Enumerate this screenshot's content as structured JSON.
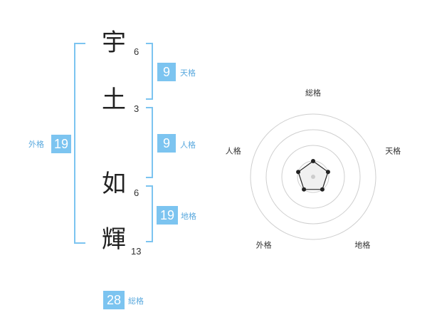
{
  "name": {
    "chars": [
      {
        "char": "宇",
        "strokes": "6"
      },
      {
        "char": "土",
        "strokes": "3"
      },
      {
        "char": "如",
        "strokes": "6"
      },
      {
        "char": "輝",
        "strokes": "13"
      }
    ]
  },
  "kaku": {
    "tenkaku": {
      "value": "9",
      "label": "天格"
    },
    "jinkaku": {
      "value": "9",
      "label": "人格"
    },
    "chikaku": {
      "value": "19",
      "label": "地格"
    },
    "gaikaku": {
      "value": "19",
      "label": "外格"
    },
    "soukaku": {
      "value": "28",
      "label": "総格"
    }
  },
  "accent_color": "#7cc4f0",
  "chart_data": {
    "type": "radar",
    "axes": [
      "総格",
      "天格",
      "地格",
      "外格",
      "人格"
    ],
    "rings": 4,
    "values": [
      1,
      1,
      1,
      1,
      1
    ],
    "max": 4
  }
}
